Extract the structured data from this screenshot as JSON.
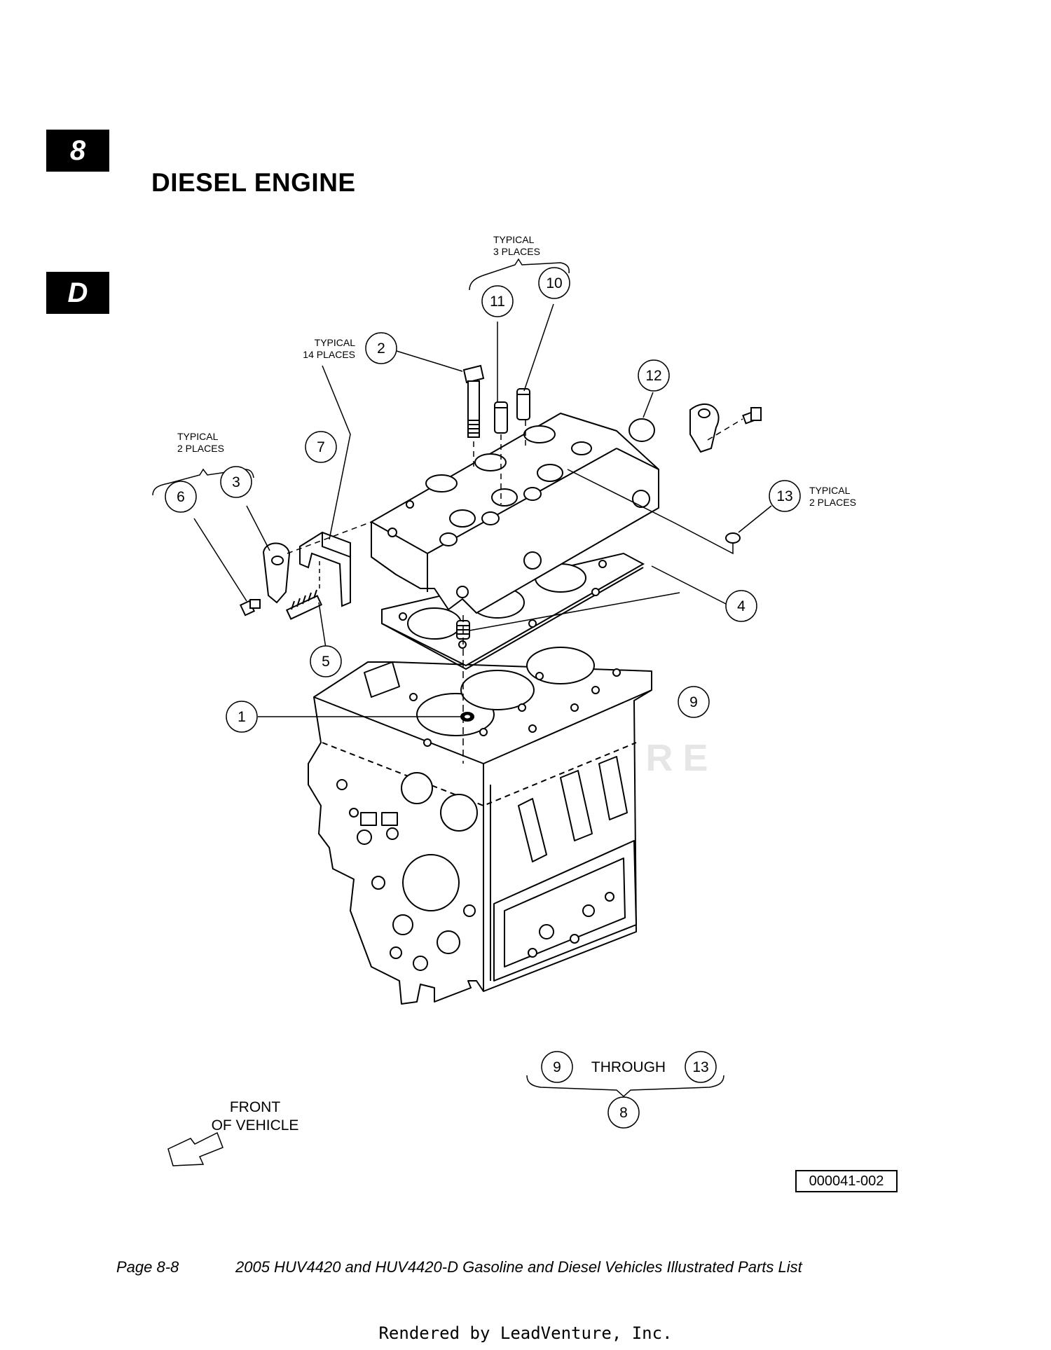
{
  "tabs": {
    "section_number": "8",
    "section_letter": "D"
  },
  "title": "DIESEL ENGINE",
  "notes": {
    "typical_3": [
      "TYPICAL",
      "3 PLACES"
    ],
    "typical_14": [
      "TYPICAL",
      "14 PLACES"
    ],
    "typical_2_left": [
      "TYPICAL",
      "2 PLACES"
    ],
    "typical_2_right": [
      "TYPICAL",
      "2 PLACES"
    ],
    "through": "THROUGH",
    "front": [
      "FRONT",
      "OF VEHICLE"
    ]
  },
  "callouts": [
    "1",
    "2",
    "3",
    "4",
    "5",
    "6",
    "7",
    "8",
    "9",
    "10",
    "11",
    "12",
    "13",
    "9",
    "13"
  ],
  "watermark": "LEADVENTURE",
  "drawing_number": "000041-002",
  "footer": {
    "page": "Page 8-8",
    "title": "2005 HUV4420 and HUV4420-D Gasoline and Diesel Vehicles Illustrated Parts List"
  },
  "rendered_by": "Rendered by LeadVenture, Inc."
}
